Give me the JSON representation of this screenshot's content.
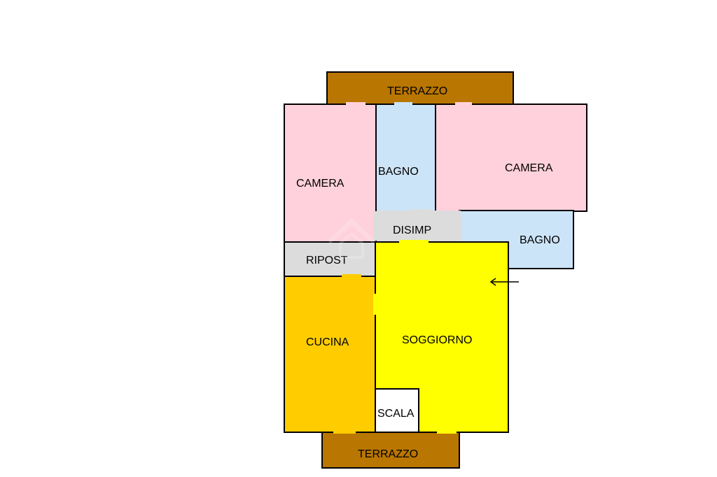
{
  "floorplan": {
    "rooms": {
      "terrazzo_top": {
        "label": "TERRAZZO",
        "color": "#b97600"
      },
      "camera_left": {
        "label": "CAMERA",
        "color": "#ffd1dc"
      },
      "bagno_top": {
        "label": "BAGNO",
        "color": "#cce4f7"
      },
      "camera_right": {
        "label": "CAMERA",
        "color": "#ffd1dc"
      },
      "disimp": {
        "label": "DISIMP",
        "color": "#dcdcdc"
      },
      "bagno_right": {
        "label": "BAGNO",
        "color": "#cce4f7"
      },
      "ripost": {
        "label": "RIPOST",
        "color": "#dcdcdc"
      },
      "cucina": {
        "label": "CUCINA",
        "color": "#ffcc00"
      },
      "soggiorno": {
        "label": "SOGGIORNO",
        "color": "#ffff00"
      },
      "scala": {
        "label": "SCALA",
        "color": "#ffffff"
      },
      "terrazzo_bottom": {
        "label": "TERRAZZO",
        "color": "#b97600"
      }
    },
    "entrance_arrow_icon": "left-arrow"
  }
}
